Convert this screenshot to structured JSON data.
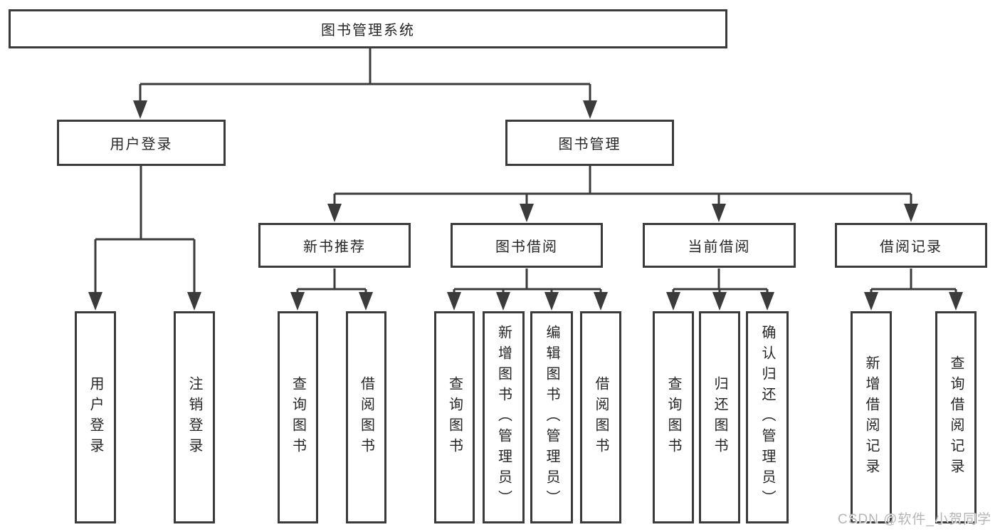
{
  "diagram": {
    "root": {
      "label": "图书管理系统"
    },
    "branches": [
      {
        "label": "用户登录",
        "children": [
          {
            "label": "用户登录"
          },
          {
            "label": "注销登录"
          }
        ]
      },
      {
        "label": "图书管理",
        "children": [
          {
            "label": "新书推荐",
            "children": [
              {
                "label": "查询图书"
              },
              {
                "label": "借阅图书"
              }
            ]
          },
          {
            "label": "图书借阅",
            "children": [
              {
                "label": "查询图书"
              },
              {
                "label": "新增图书（管理员）"
              },
              {
                "label": "编辑图书（管理员）"
              },
              {
                "label": "借阅图书"
              }
            ]
          },
          {
            "label": "当前借阅",
            "children": [
              {
                "label": "查询图书"
              },
              {
                "label": "归还图书"
              },
              {
                "label": "确认归还（管理员）"
              }
            ]
          },
          {
            "label": "借阅记录",
            "children": [
              {
                "label": "新增借阅记录"
              },
              {
                "label": "查询借阅记录"
              }
            ]
          }
        ]
      }
    ]
  },
  "watermark": {
    "text": "CSDN @软件_小贺同学"
  },
  "colors": {
    "line": "#3b3b3b",
    "box_border": "#3b3b3b",
    "text": "#262626",
    "watermark": "#b5b5b5",
    "background": "#ffffff"
  }
}
